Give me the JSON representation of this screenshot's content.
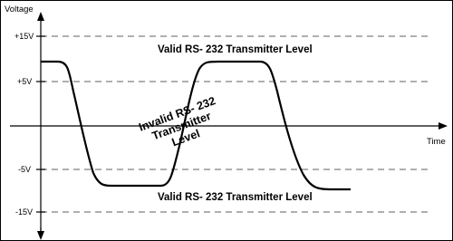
{
  "axes": {
    "y_label": "Voltage",
    "x_label": "Time"
  },
  "levels": [
    {
      "label": "+15V",
      "value": 15
    },
    {
      "label": "+5V",
      "value": 5
    },
    {
      "label": "-5V",
      "value": -5
    },
    {
      "label": "-15V",
      "value": -15
    }
  ],
  "regions": {
    "valid_top": "Valid RS- 232 Transmitter Level",
    "valid_bottom": "Valid RS- 232 Transmitter Level",
    "invalid_lines": [
      "Invalid RS- 232",
      "Transmitter",
      "Level"
    ]
  },
  "waveform": {
    "high_level": 9.5,
    "low_level": -9.5
  },
  "colors": {
    "line": "#000000",
    "dashed": "#7f7f7f",
    "background": "#ffffff"
  }
}
